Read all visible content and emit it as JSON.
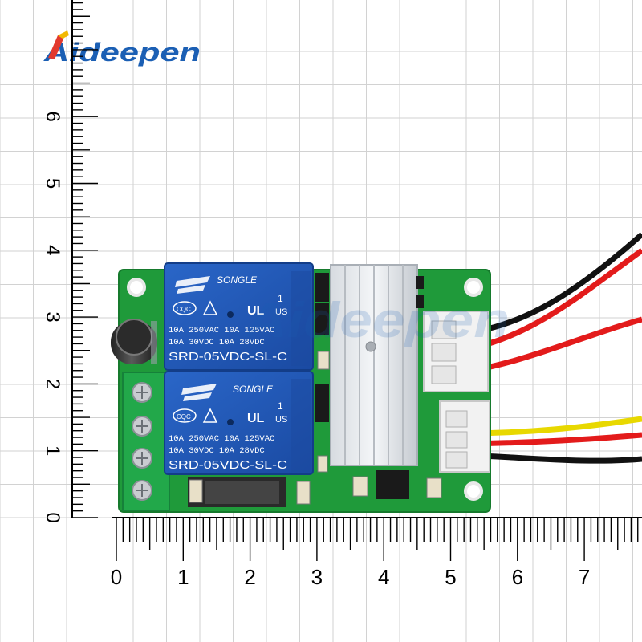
{
  "brand": {
    "logo_text": "Aideepen",
    "watermark_text": "Aideepen",
    "accent_color": "#1b5fb4",
    "flag_colors": [
      "#e23a2e",
      "#f2b800",
      "#1b5fb4"
    ]
  },
  "ruler": {
    "x_labels": [
      "0",
      "1",
      "2",
      "3",
      "4",
      "5",
      "6",
      "7"
    ],
    "y_labels": [
      "0",
      "1",
      "2",
      "3",
      "4",
      "5",
      "6"
    ],
    "unit": "cm"
  },
  "module": {
    "pcb_color": "#1f9a3a",
    "relay_color": "#1e56b8",
    "relays": [
      {
        "brand": "SONGLE",
        "pin": "1",
        "cert": "US",
        "cqc": "CQC",
        "rating_line1": "10A 250VAC  10A 125VAC",
        "rating_line2": "10A  30VDC  10A  28VDC",
        "model": "SRD-05VDC-SL-C"
      },
      {
        "brand": "SONGLE",
        "pin": "1",
        "cert": "US",
        "cqc": "CQC",
        "rating_line1": "10A 250VAC  10A 125VAC",
        "rating_line2": "10A  30VDC  10A  28VDC",
        "model": "SRD-05VDC-SL-C"
      }
    ],
    "wire_colors": [
      "#111111",
      "#e31b1b",
      "#e31b1b",
      "#e8d800",
      "#e31b1b",
      "#111111"
    ]
  }
}
